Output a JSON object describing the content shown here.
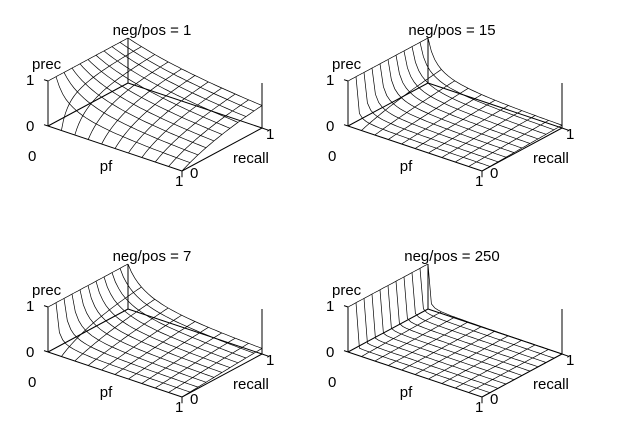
{
  "chart_data": [
    {
      "type": "surface",
      "title": "neg/pos = 1",
      "neg_pos": 1,
      "xlabel": "pf",
      "ylabel": "recall",
      "zlabel": "prec",
      "x_ticks": [
        "0",
        "1"
      ],
      "y_ticks": [
        "0",
        "1"
      ],
      "z_ticks": [
        "0",
        "1"
      ],
      "xlim": [
        0,
        1
      ],
      "ylim": [
        0,
        1
      ],
      "zlim": [
        0,
        1
      ],
      "function": "prec = recall / (recall + neg_pos * pf)"
    },
    {
      "type": "surface",
      "title": "neg/pos = 15",
      "neg_pos": 15,
      "xlabel": "pf",
      "ylabel": "recall",
      "zlabel": "prec",
      "x_ticks": [
        "0",
        "1"
      ],
      "y_ticks": [
        "0",
        "1"
      ],
      "z_ticks": [
        "0",
        "1"
      ],
      "xlim": [
        0,
        1
      ],
      "ylim": [
        0,
        1
      ],
      "zlim": [
        0,
        1
      ],
      "function": "prec = recall / (recall + neg_pos * pf)"
    },
    {
      "type": "surface",
      "title": "neg/pos = 7",
      "neg_pos": 7,
      "xlabel": "pf",
      "ylabel": "recall",
      "zlabel": "prec",
      "x_ticks": [
        "0",
        "1"
      ],
      "y_ticks": [
        "0",
        "1"
      ],
      "z_ticks": [
        "0",
        "1"
      ],
      "xlim": [
        0,
        1
      ],
      "ylim": [
        0,
        1
      ],
      "zlim": [
        0,
        1
      ],
      "function": "prec = recall / (recall + neg_pos * pf)"
    },
    {
      "type": "surface",
      "title": "neg/pos = 250",
      "neg_pos": 250,
      "xlabel": "pf",
      "ylabel": "recall",
      "zlabel": "prec",
      "x_ticks": [
        "0",
        "1"
      ],
      "y_ticks": [
        "0",
        "1"
      ],
      "z_ticks": [
        "0",
        "1"
      ],
      "xlim": [
        0,
        1
      ],
      "ylim": [
        0,
        1
      ],
      "zlim": [
        0,
        1
      ],
      "function": "prec = recall / (recall + neg_pos * pf)"
    }
  ]
}
